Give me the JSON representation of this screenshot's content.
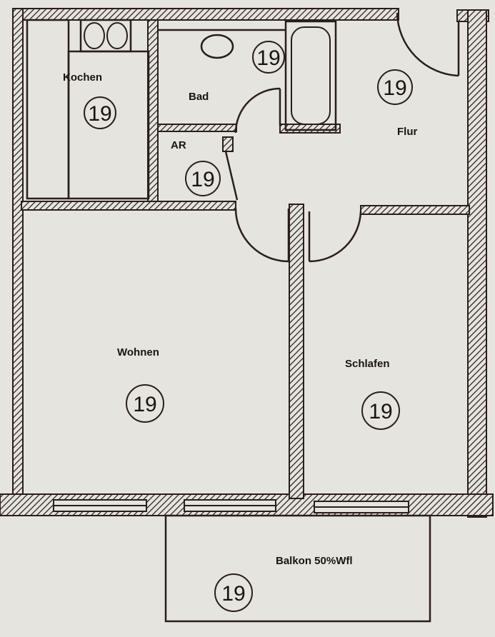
{
  "rooms": {
    "kochen": {
      "label": "Kochen",
      "number": "19"
    },
    "bad": {
      "label": "Bad",
      "number": "19"
    },
    "ar": {
      "label": "AR",
      "number": "19"
    },
    "flur": {
      "label": "Flur",
      "number": "19"
    },
    "wohnen": {
      "label": "Wohnen",
      "number": "19"
    },
    "schlafen": {
      "label": "Schlafen",
      "number": "19"
    },
    "balkon": {
      "label": "Balkon 50%Wfl",
      "number": "19"
    }
  },
  "colors": {
    "paper": "#e6e4de",
    "ink": "#2a1e1a"
  }
}
